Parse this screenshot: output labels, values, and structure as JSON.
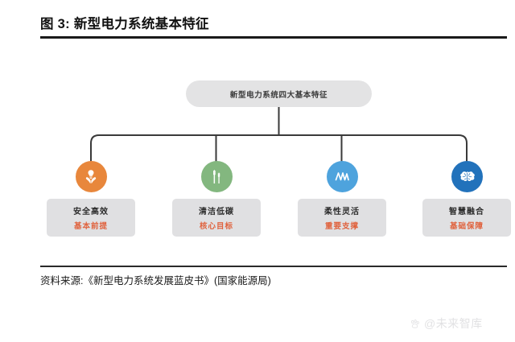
{
  "figure": {
    "title": "图 3: 新型电力系统基本特征"
  },
  "diagram": {
    "root": {
      "label": "新型电力系统四大基本特征"
    },
    "nodes": [
      {
        "title": "安全高效",
        "subtitle": "基本前提",
        "icon": "hands-protecting-lightbulb-icon",
        "color": "#e8873c"
      },
      {
        "title": "清洁低碳",
        "subtitle": "核心目标",
        "icon": "wind-turbine-icon",
        "color": "#83b77f"
      },
      {
        "title": "柔性灵活",
        "subtitle": "重要支撑",
        "icon": "waveform-icon",
        "color": "#4ea3dd"
      },
      {
        "title": "智慧融合",
        "subtitle": "基础保障",
        "icon": "brain-icon",
        "color": "#2272bb"
      }
    ]
  },
  "footer": {
    "source": "资料来源:《新型电力系统发展蓝皮书》(国家能源局)"
  },
  "watermark": {
    "text": "@未来智库",
    "logo": "paw-logo-icon"
  },
  "colors": {
    "root_fill": "#e3e3e4",
    "box_fill": "#e0e0e2",
    "subtitle_text": "#e0623d",
    "rule": "#1a1a1a",
    "connector": "#3a3a3a"
  }
}
